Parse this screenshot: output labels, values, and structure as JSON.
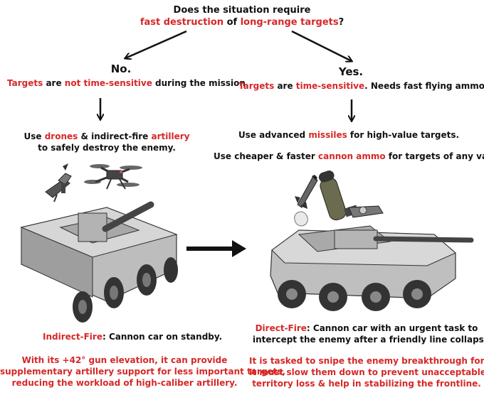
{
  "question": {
    "line1": "Does the situation require",
    "fast_destruction": "fast destruction",
    "of": " of ",
    "long_range_targets": "long-range targets",
    "qmark": "?"
  },
  "no_branch": {
    "heading": "No.",
    "targets": "Targets",
    "are": " are ",
    "not_time_sensitive": "not time-sensitive",
    "rest": " during the mission",
    "use": "Use ",
    "drones": "drones",
    "amp": " & indirect-fire ",
    "artillery": "artillery",
    "line2": "to safely destroy the enemy."
  },
  "yes_branch": {
    "heading": "Yes.",
    "targets": "Targets",
    "are": " are ",
    "time_sensitive": "time-sensitive",
    "rest": ". Needs fast flying ammo.",
    "use_advanced": "Use advanced ",
    "missiles": "missiles",
    "high_value": " for high-value targets.",
    "use_cheaper": "Use cheaper & faster ",
    "cannon_ammo": "cannon ammo",
    "any_value": " for targets of any value."
  },
  "left_caption": {
    "mode": "Indirect-Fire",
    "mode_rest": ": Cannon car on standby.",
    "red1": "With its +42° gun elevation, it can provide",
    "red2": "supplementary artillery support for less important targets,",
    "red3": "reducing the workload of high-caliber artillery."
  },
  "right_caption": {
    "mode": "Direct-Fire",
    "mode_rest": ": Cannon car with an urgent task to",
    "line2": "intercept the enemy after a friendly line collapses.",
    "red1": "It is tasked to snipe the enemy breakthrough forces.",
    "red2": "It must slow them down to prevent unacceptable",
    "red3": "territory loss & help in stabilizing the frontline."
  },
  "colors": {
    "accent": "#d62828",
    "text": "#111111",
    "vehicle": "#9a9a9a"
  },
  "icons": [
    "arrow-icon",
    "drone-icon",
    "quadcopter-icon",
    "missile-icon",
    "launcher-tube-icon",
    "cannon-car-icon"
  ]
}
